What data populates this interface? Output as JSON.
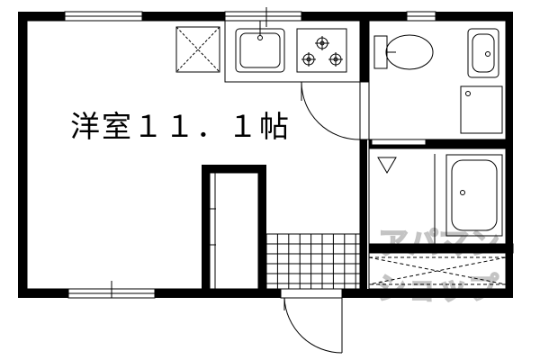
{
  "floor_plan": {
    "room_label": "洋室１１．１帖"
  },
  "watermark": {
    "lines": [
      "アパマン",
      "ショップ"
    ],
    "color": "#d8d8d8"
  },
  "colors": {
    "wall": "#000000",
    "background": "#ffffff",
    "line": "#000000"
  }
}
